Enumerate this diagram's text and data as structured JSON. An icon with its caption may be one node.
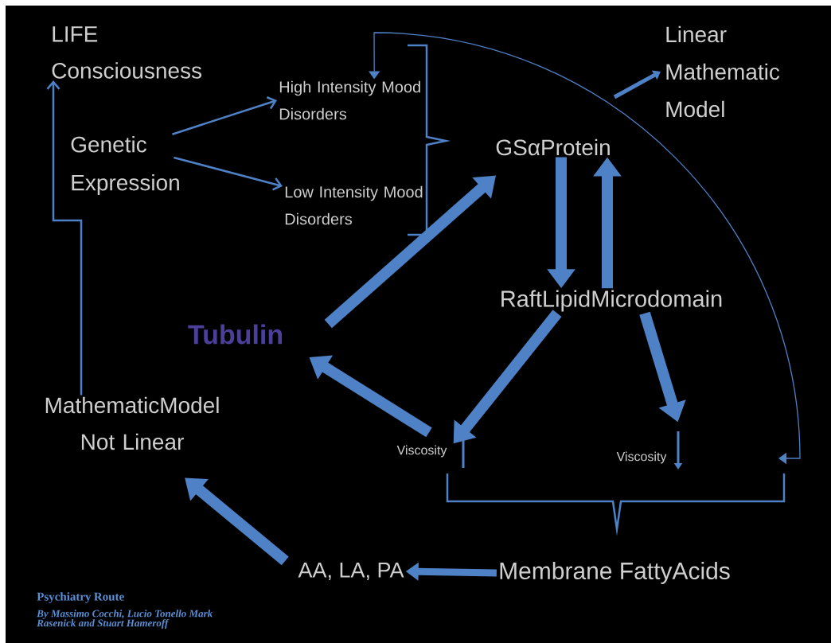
{
  "diagram": {
    "nodes": [
      {
        "text": [
          "LIFE Consciousness"
        ]
      },
      {
        "text": [
          "Linear Mathematic Model"
        ]
      },
      {
        "text": [
          "Genetic Expression"
        ]
      },
      {
        "text": [
          "High Intensity Mood Disorders"
        ]
      },
      {
        "text": [
          "GSαProtein"
        ]
      },
      {
        "text": [
          "Low Intensity Mood Disorders"
        ]
      },
      {
        "text": [
          "RaftLipidMicrodomain"
        ]
      },
      {
        "text": [
          "Tubulin"
        ]
      },
      {
        "text": [
          "MathematicModel Not Linear"
        ]
      },
      {
        "text": [
          "Viscosity"
        ]
      },
      {
        "text": [
          "Viscosity"
        ]
      },
      {
        "text": [
          "AA, LA, PA"
        ]
      },
      {
        "text": [
          "Membrane FattyAcids"
        ]
      }
    ],
    "edges": [
      {
        "from": 8,
        "to": 0,
        "arrow": "to"
      },
      {
        "from": 2,
        "to": 3,
        "arrow": "to"
      },
      {
        "from": 2,
        "to": 5,
        "arrow": "to"
      },
      {
        "from": 7,
        "to": 4,
        "arrow": "to"
      },
      {
        "from": 4,
        "to": 6,
        "arrow": "to"
      },
      {
        "from": 6,
        "to": 4,
        "arrow": "to"
      },
      {
        "from": 6,
        "to": 9,
        "arrow": "to"
      },
      {
        "from": 6,
        "to": 10,
        "arrow": "to"
      },
      {
        "from": 9,
        "to": 7,
        "arrow": "to"
      },
      {
        "from": 12,
        "to": 11,
        "arrow": "to"
      },
      {
        "from": 11,
        "to": 8,
        "arrow": "to"
      },
      {
        "from": null,
        "to": 3,
        "arrow": "both"
      },
      {
        "from": null,
        "to": 1,
        "arrow": "to"
      }
    ],
    "labels": [
      "Psychiatry Route",
      "By Massimo Cocchi, Lucio Tonello Mark Rasenick and Stuart Hameroff"
    ]
  }
}
